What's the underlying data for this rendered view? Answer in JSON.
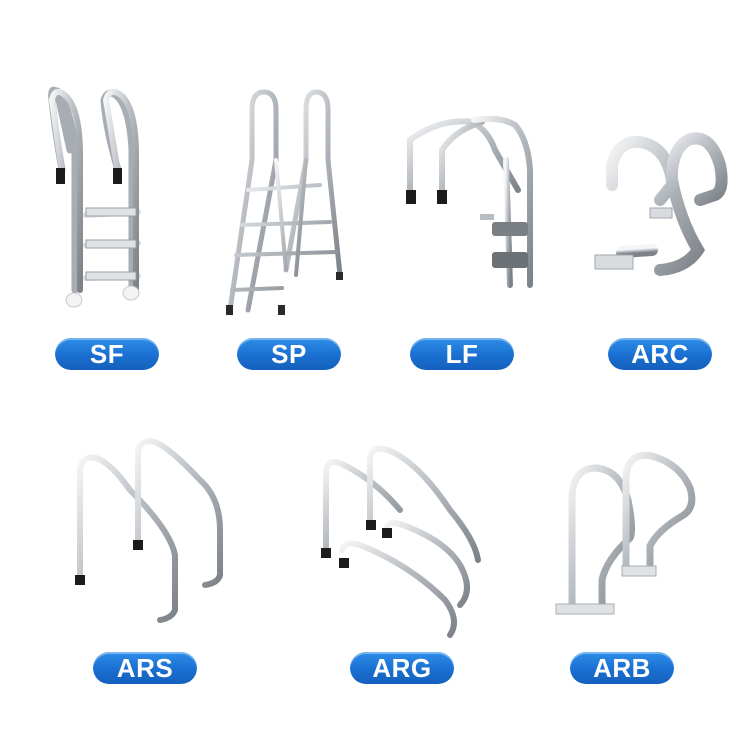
{
  "colors": {
    "badge_blue": "#1a6fd0",
    "steel_light": "#eef0f2",
    "steel_dark": "#8a9096",
    "rubber": "#1b1b1b"
  },
  "products": [
    {
      "code": "SF"
    },
    {
      "code": "SP"
    },
    {
      "code": "LF"
    },
    {
      "code": "ARC"
    },
    {
      "code": "ARS"
    },
    {
      "code": "ARG"
    },
    {
      "code": "ARB"
    }
  ]
}
